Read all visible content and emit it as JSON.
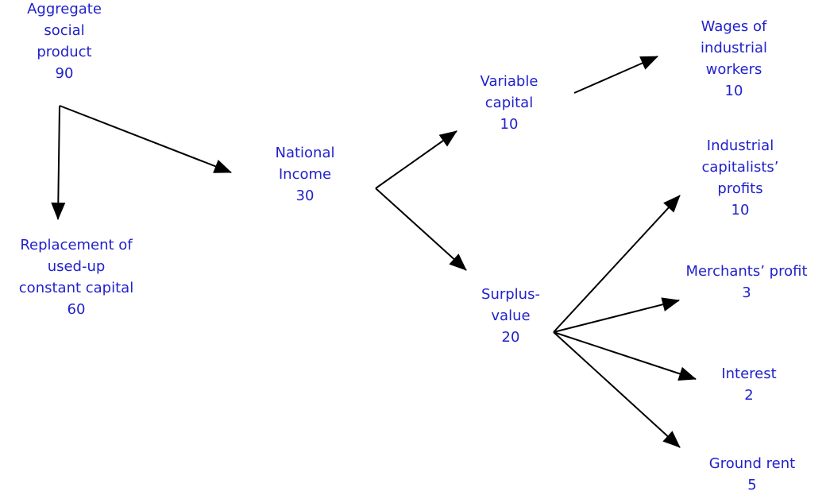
{
  "diagram": {
    "colors": {
      "text": "#2222cc",
      "arrow": "#000000",
      "background": "#ffffff"
    },
    "nodes": [
      {
        "id": "aggregate-social-product",
        "name": "Aggregate social product",
        "value": 90,
        "label": "Aggregate\nsocial\nproduct\n90"
      },
      {
        "id": "replacement-constant-capital",
        "name": "Replacement of used-up constant capital",
        "value": 60,
        "label": "Replacement of\nused-up\nconstant capital\n60"
      },
      {
        "id": "national-income",
        "name": "National Income",
        "value": 30,
        "label": "National\nIncome\n30"
      },
      {
        "id": "variable-capital",
        "name": "Variable capital",
        "value": 10,
        "label": "Variable\ncapital\n10"
      },
      {
        "id": "wages-industrial-workers",
        "name": "Wages of industrial workers",
        "value": 10,
        "label": "Wages of\nindustrial\nworkers\n10"
      },
      {
        "id": "surplus-value",
        "name": "Surplus-value",
        "value": 20,
        "label": "Surplus-\nvalue\n20"
      },
      {
        "id": "industrial-capitalists-profits",
        "name": "Industrial capitalists’ profits",
        "value": 10,
        "label": "Industrial\ncapitalists’\nprofits\n10"
      },
      {
        "id": "merchants-profit",
        "name": "Merchants’ profit",
        "value": 3,
        "label": "Merchants’ profit\n3"
      },
      {
        "id": "interest",
        "name": "Interest",
        "value": 2,
        "label": "Interest\n2"
      },
      {
        "id": "ground-rent",
        "name": "Ground rent",
        "value": 5,
        "label": "Ground rent\n5"
      }
    ],
    "edges": [
      {
        "from": "aggregate-social-product",
        "to": "replacement-constant-capital"
      },
      {
        "from": "aggregate-social-product",
        "to": "national-income"
      },
      {
        "from": "national-income",
        "to": "variable-capital"
      },
      {
        "from": "national-income",
        "to": "surplus-value"
      },
      {
        "from": "variable-capital",
        "to": "wages-industrial-workers"
      },
      {
        "from": "surplus-value",
        "to": "industrial-capitalists-profits"
      },
      {
        "from": "surplus-value",
        "to": "merchants-profit"
      },
      {
        "from": "surplus-value",
        "to": "interest"
      },
      {
        "from": "surplus-value",
        "to": "ground-rent"
      }
    ]
  }
}
